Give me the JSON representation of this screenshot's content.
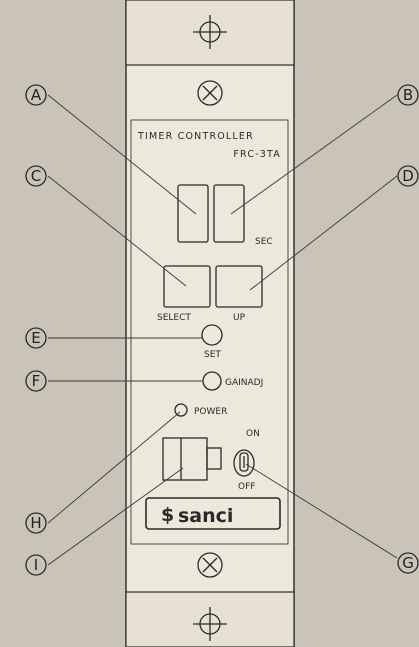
{
  "panel": {
    "title": "TIMER  CONTROLLER",
    "model": "FRC-3TA",
    "sec_label": "SEC",
    "select_label": "SELECT",
    "up_label": "UP",
    "set_label": "SET",
    "gainadj_label": "GAINADJ",
    "power_label": "POWER",
    "on_label": "ON",
    "off_label": "OFF",
    "brand": "sanci"
  },
  "callouts": {
    "A": "A",
    "B": "B",
    "C": "C",
    "D": "D",
    "E": "E",
    "F": "F",
    "G": "G",
    "H": "H",
    "I": "I"
  },
  "colors": {
    "panel_face": "#ece8db",
    "background": "#c9c3b8",
    "outline": "#2a2a2a"
  }
}
